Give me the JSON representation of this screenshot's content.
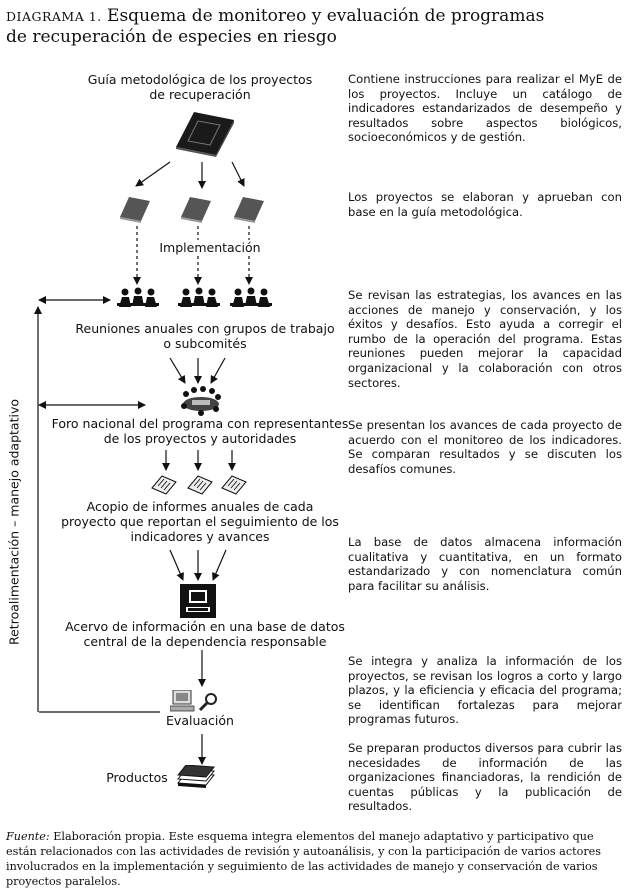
{
  "title": {
    "label": "DIAGRAMA 1.",
    "line1": "Esquema de monitoreo y evaluación de programas",
    "line2": "de recuperación de especies en riesgo"
  },
  "nodes": {
    "guia": "Guía metodológica de los proyectos de recuperación",
    "implementacion": "Implementación",
    "reuniones": "Reuniones anuales con grupos de trabajo o subcomités",
    "foro": "Foro nacional del programa con representantes de los proyectos y autoridades",
    "acopio": "Acopio de informes anuales de cada proyecto que reportan el seguimiento de los indicadores y avances",
    "acervo": "Acervo de información en una base de datos central de la dependencia responsable",
    "evaluacion": "Evaluación",
    "productos": "Productos"
  },
  "side_label": "Retroalimentación – manejo adaptativo",
  "descriptions": [
    "Contiene instrucciones para realizar el MyE de los proyectos. Incluye un catálogo de indicadores estandarizados de desempeño y resultados sobre aspectos biológicos, socioeconómicos y de gestión.",
    "Los proyectos se elaboran y aprueban con base en la guía metodológica.",
    "Se revisan las estrategias, los avances en las acciones de manejo y conservación, y los éxitos y desafíos. Esto ayuda a corregir el rumbo de la operación del programa. Estas reuniones pueden mejorar la capacidad organizacional y la colaboración con otros sectores.",
    "Se presentan los avances de cada proyecto de acuerdo con el monitoreo de los indicadores. Se comparan resultados y se discuten los desafíos comunes.",
    "La base de datos almacena información cualitativa y cuantitativa, en un formato estandarizado y con nomenclatura común para facilitar su análisis.",
    "Se integra y analiza la información de los proyectos, se revisan los logros a corto y largo plazos, y la eficiencia y eficacia del programa; se identifican fortalezas para mejorar programas futuros.",
    "Se preparan productos diversos para cubrir las necesidades de información de las organizaciones financiadoras, la rendición de cuentas públicas y la publicación de resultados."
  ],
  "footer": {
    "source_label": "Fuente:",
    "text": " Elaboración propia. Este esquema integra elementos del manejo adaptativo y participativo que están relacionados con las actividades de revisión y autoanálisis, y con la participación de varios actores involucrados en la implementación y seguimiento de las actividades de manejo y conservación de varios proyectos paralelos."
  },
  "icons": [
    "book-icon",
    "project-book-icon",
    "meeting-group-icon",
    "forum-meeting-icon",
    "report-document-icon",
    "database-computer-icon",
    "evaluation-computer-icon",
    "magnifier-icon",
    "products-stack-icon"
  ]
}
